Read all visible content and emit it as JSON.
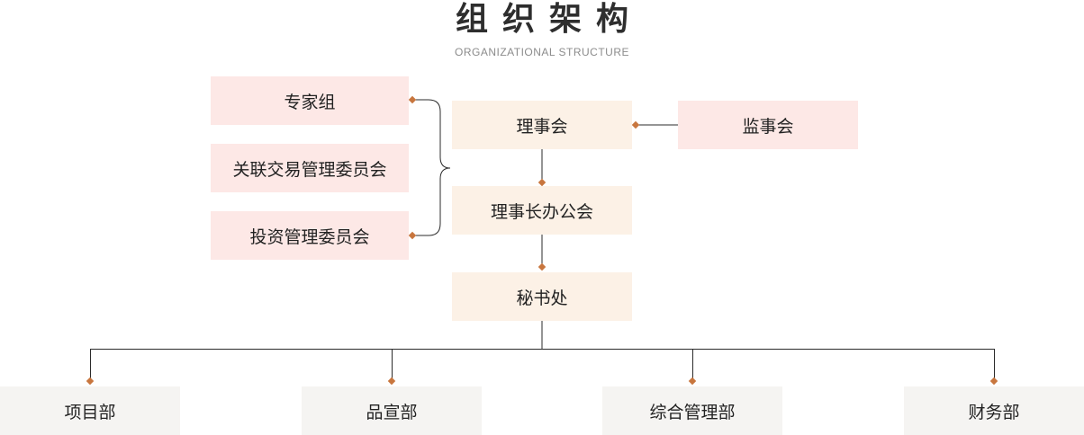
{
  "header": {
    "title": "组织架构",
    "subtitle": "ORGANIZATIONAL STRUCTURE"
  },
  "nodes": {
    "expert_group": "专家组",
    "related_trans_committee": "关联交易管理委员会",
    "investment_committee": "投资管理委员会",
    "board": "理事会",
    "supervisors": "监事会",
    "chairman_office": "理事长办公会",
    "secretariat": "秘书处"
  },
  "departments": [
    "项目部",
    "品宣部",
    "综合管理部",
    "财务部"
  ],
  "colors": {
    "connector_line": "#2b2b2b",
    "connector_dot": "#c8763e",
    "pink_box": "#fde8e6",
    "beige_box": "#fcf1e6",
    "gray_box": "#f5f4f2"
  }
}
